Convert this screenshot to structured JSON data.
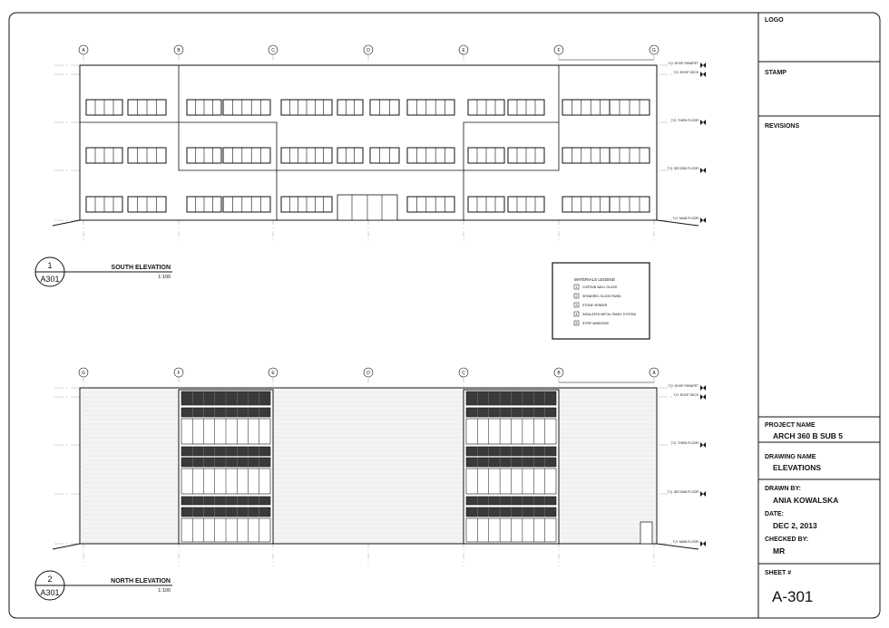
{
  "views": [
    {
      "number": "1",
      "sheet": "A301",
      "title": "SOUTH ELEVATION",
      "scale": "1:100",
      "grids": [
        "A",
        "B",
        "C",
        "D",
        "E",
        "F",
        "G"
      ]
    },
    {
      "number": "2",
      "sheet": "A301",
      "title": "NORTH ELEVATION",
      "scale": "1:100",
      "grids": [
        "G",
        "F",
        "E",
        "D",
        "C",
        "B",
        "A"
      ]
    }
  ],
  "levels": [
    "T.O. ROOF PARAPET",
    "T.O. ROOF DECK",
    "T.O. THIRD FLOOR",
    "T.O. SECOND FLOOR",
    "T.O. MAIN FLOOR"
  ],
  "legend": {
    "title": "MATERIALS LEGEND",
    "items": [
      {
        "key": "1",
        "label": "CURTAIN WALL GLASS"
      },
      {
        "key": "2",
        "label": "SPANDREL GLASS PANEL"
      },
      {
        "key": "3",
        "label": "STONE VENEER"
      },
      {
        "key": "4",
        "label": "INSULATED METAL PANEL SYSTEM"
      },
      {
        "key": "5",
        "label": "STRIP WINDOWS"
      }
    ]
  },
  "title_block": {
    "logo": "LOGO",
    "stamp": "STAMP",
    "revisions": "REVISIONS",
    "project_name_label": "PROJECT NAME",
    "project_name": "ARCH 360 B SUB 5",
    "drawing_name_label": "DRAWING NAME",
    "drawing_name": "ELEVATIONS",
    "drawn_by_label": "DRAWN BY:",
    "drawn_by": "ANIA KOWALSKA",
    "date_label": "DATE:",
    "date": "DEC 2, 2013",
    "checked_by_label": "CHECKED BY:",
    "checked_by": "MR",
    "sheet_label": "SHEET #",
    "sheet": "A-301"
  },
  "colors": {
    "line": "#111111",
    "spandrel": "#3a3a3a",
    "grid": "#999999"
  }
}
